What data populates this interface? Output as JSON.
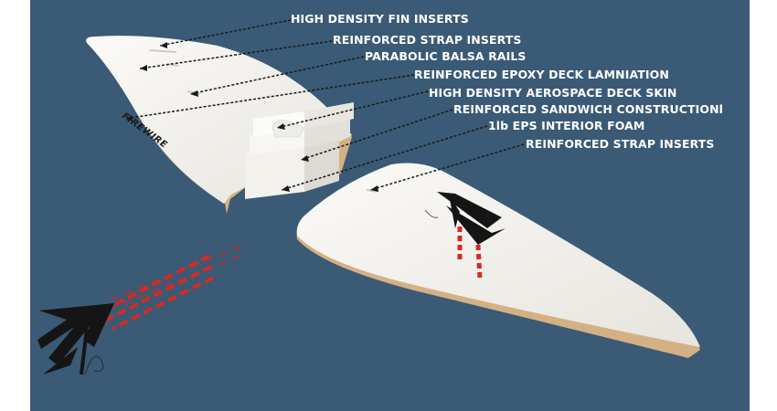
{
  "diagram": {
    "brand_mark": "FIREWIRE",
    "callouts": [
      "HIGH DENSITY FIN INSERTS",
      "REINFORCED STRAP INSERTS",
      "PARABOLIC BALSA RAILS",
      "REINFORCED EPOXY DECK LAMNIATION",
      "HIGH DENSITY AEROSPACE DECK SKIN",
      "REINFORCED SANDWICH CONSTRUCTIONl",
      "1lb EPS INTERIOR FOAM",
      "REINFORCED STRAP INSERTS"
    ]
  },
  "colors": {
    "background": "#3a5a75",
    "board_deck": "#f3f2ee",
    "balsa_rail": "#d9b98c",
    "logo_black": "#151515",
    "logo_red": "#d42a24"
  }
}
